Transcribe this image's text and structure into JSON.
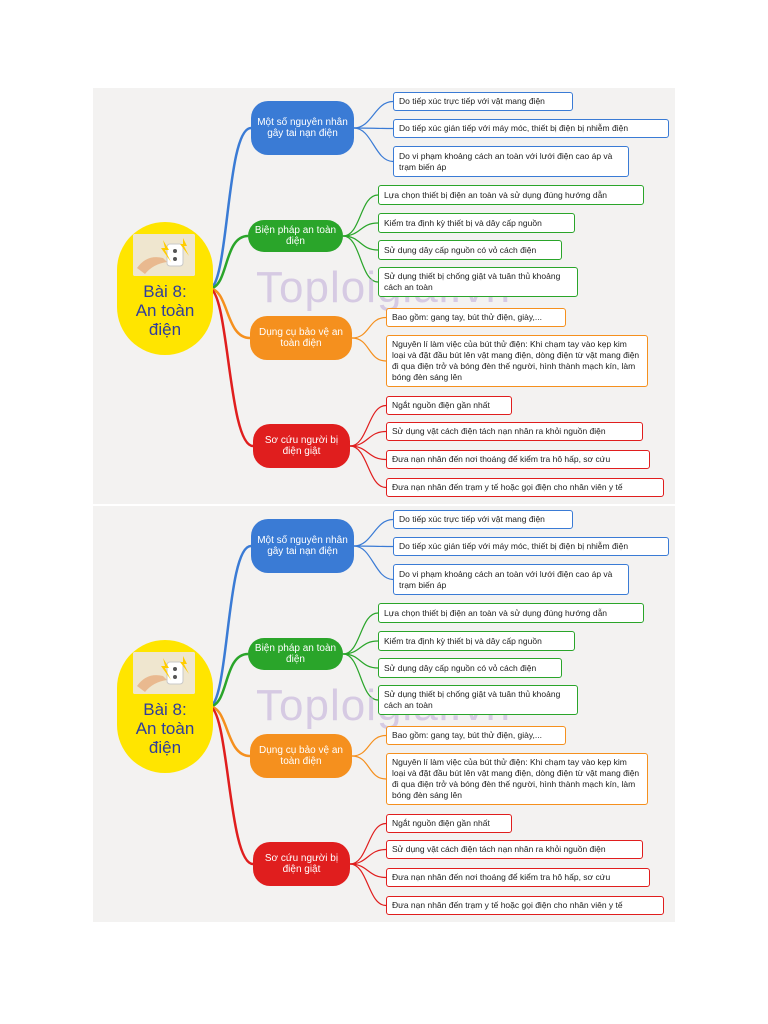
{
  "mindmaps": [
    {
      "central": {
        "title": "Bài 8:\nAn toàn\nđiện"
      },
      "watermark": "Toploigiai.vn",
      "branches": [
        {
          "label": "Một số nguyên nhân gây tai nạn điện",
          "color": "#3a7bd5",
          "items": [
            "Do tiếp xúc trực tiếp với vật mang điện",
            "Do tiếp xúc gián tiếp với máy móc, thiết bị điện bị nhiễm điện",
            "Do vi phạm khoảng cách an toàn với lưới điện cao áp và trạm biến áp"
          ]
        },
        {
          "label": "Biện pháp an toàn điện",
          "color": "#2aa52a",
          "items": [
            "Lựa chọn thiết bị điện an toàn và sử dụng đúng hướng dẫn",
            "Kiểm tra định kỳ thiết bị và dây cấp nguồn",
            "Sử dụng dây cấp nguồn có vỏ cách điện",
            "Sử dụng thiết bị chống giật và tuân thủ khoảng cách an toàn"
          ]
        },
        {
          "label": "Dụng cụ bảo vệ an toàn điện",
          "color": "#f5901e",
          "items": [
            "Bao gồm: gang tay, bút thử điện, giày,...",
            "Nguyên lí làm việc của bút thử điện: Khi chạm tay vào kẹp kim loại và đặt đầu bút lên vật mang điện, dòng điện từ vật mang điện đi qua điện trở và bóng đèn thế người, hình thành mạch kín, làm bóng đèn sáng lên"
          ]
        },
        {
          "label": "Sơ cứu người bị điện giật",
          "color": "#e01e1e",
          "items": [
            "Ngắt nguồn điện gần nhất",
            "Sử dụng vật cách điện tách nạn nhân ra khỏi nguồn điện",
            "Đưa nạn nhân đến nơi thoáng để kiểm tra hô hấp, sơ cứu",
            "Đưa nạn nhân đến trạm y tế hoặc gọi điện cho nhân viên y tế"
          ]
        }
      ]
    },
    {
      "central": {
        "title": "Bài 8:\nAn toàn\nđiện"
      },
      "watermark": "Toploigiai.vn",
      "branches": [
        {
          "label": "Một số nguyên nhân gây tai nạn điện",
          "color": "#3a7bd5",
          "items": [
            "Do tiếp xúc trực tiếp với vật mang điện",
            "Do tiếp xúc gián tiếp với máy móc, thiết bị điện bị nhiễm điện",
            "Do vi phạm khoảng cách an toàn với lưới điện cao áp và trạm biến áp"
          ]
        },
        {
          "label": "Biện pháp an toàn điện",
          "color": "#2aa52a",
          "items": [
            "Lựa chọn thiết bị điện an toàn và sử dụng đúng hướng dẫn",
            "Kiểm tra định kỳ thiết bị và dây cấp nguồn",
            "Sử dụng dây cấp nguồn có vỏ cách điện",
            "Sử dụng thiết bị chống giật và tuân thủ khoảng cách an toàn"
          ]
        },
        {
          "label": "Dụng cụ bảo vệ an toàn điện",
          "color": "#f5901e",
          "items": [
            "Bao gồm: gang tay, bút thử điện, giày,...",
            "Nguyên lí làm việc của bút thử điện: Khi chạm tay vào kẹp kim loại và đặt đầu bút lên vật mang điện, dòng điện từ vật mang điện đi qua điện trở và bóng đèn thế người, hình thành mạch kín, làm bóng đèn sáng lên"
          ]
        },
        {
          "label": "Sơ cứu người bị điện giật",
          "color": "#e01e1e",
          "items": [
            "Ngắt nguồn điện gần nhất",
            "Sử dụng vật cách điện tách nạn nhân ra khỏi nguồn điện",
            "Đưa nạn nhân đến nơi thoáng để kiểm tra hô hấp, sơ cứu",
            "Đưa nạn nhân đến trạm y tế hoặc gọi điện cho nhân viên y tế"
          ]
        }
      ]
    }
  ]
}
